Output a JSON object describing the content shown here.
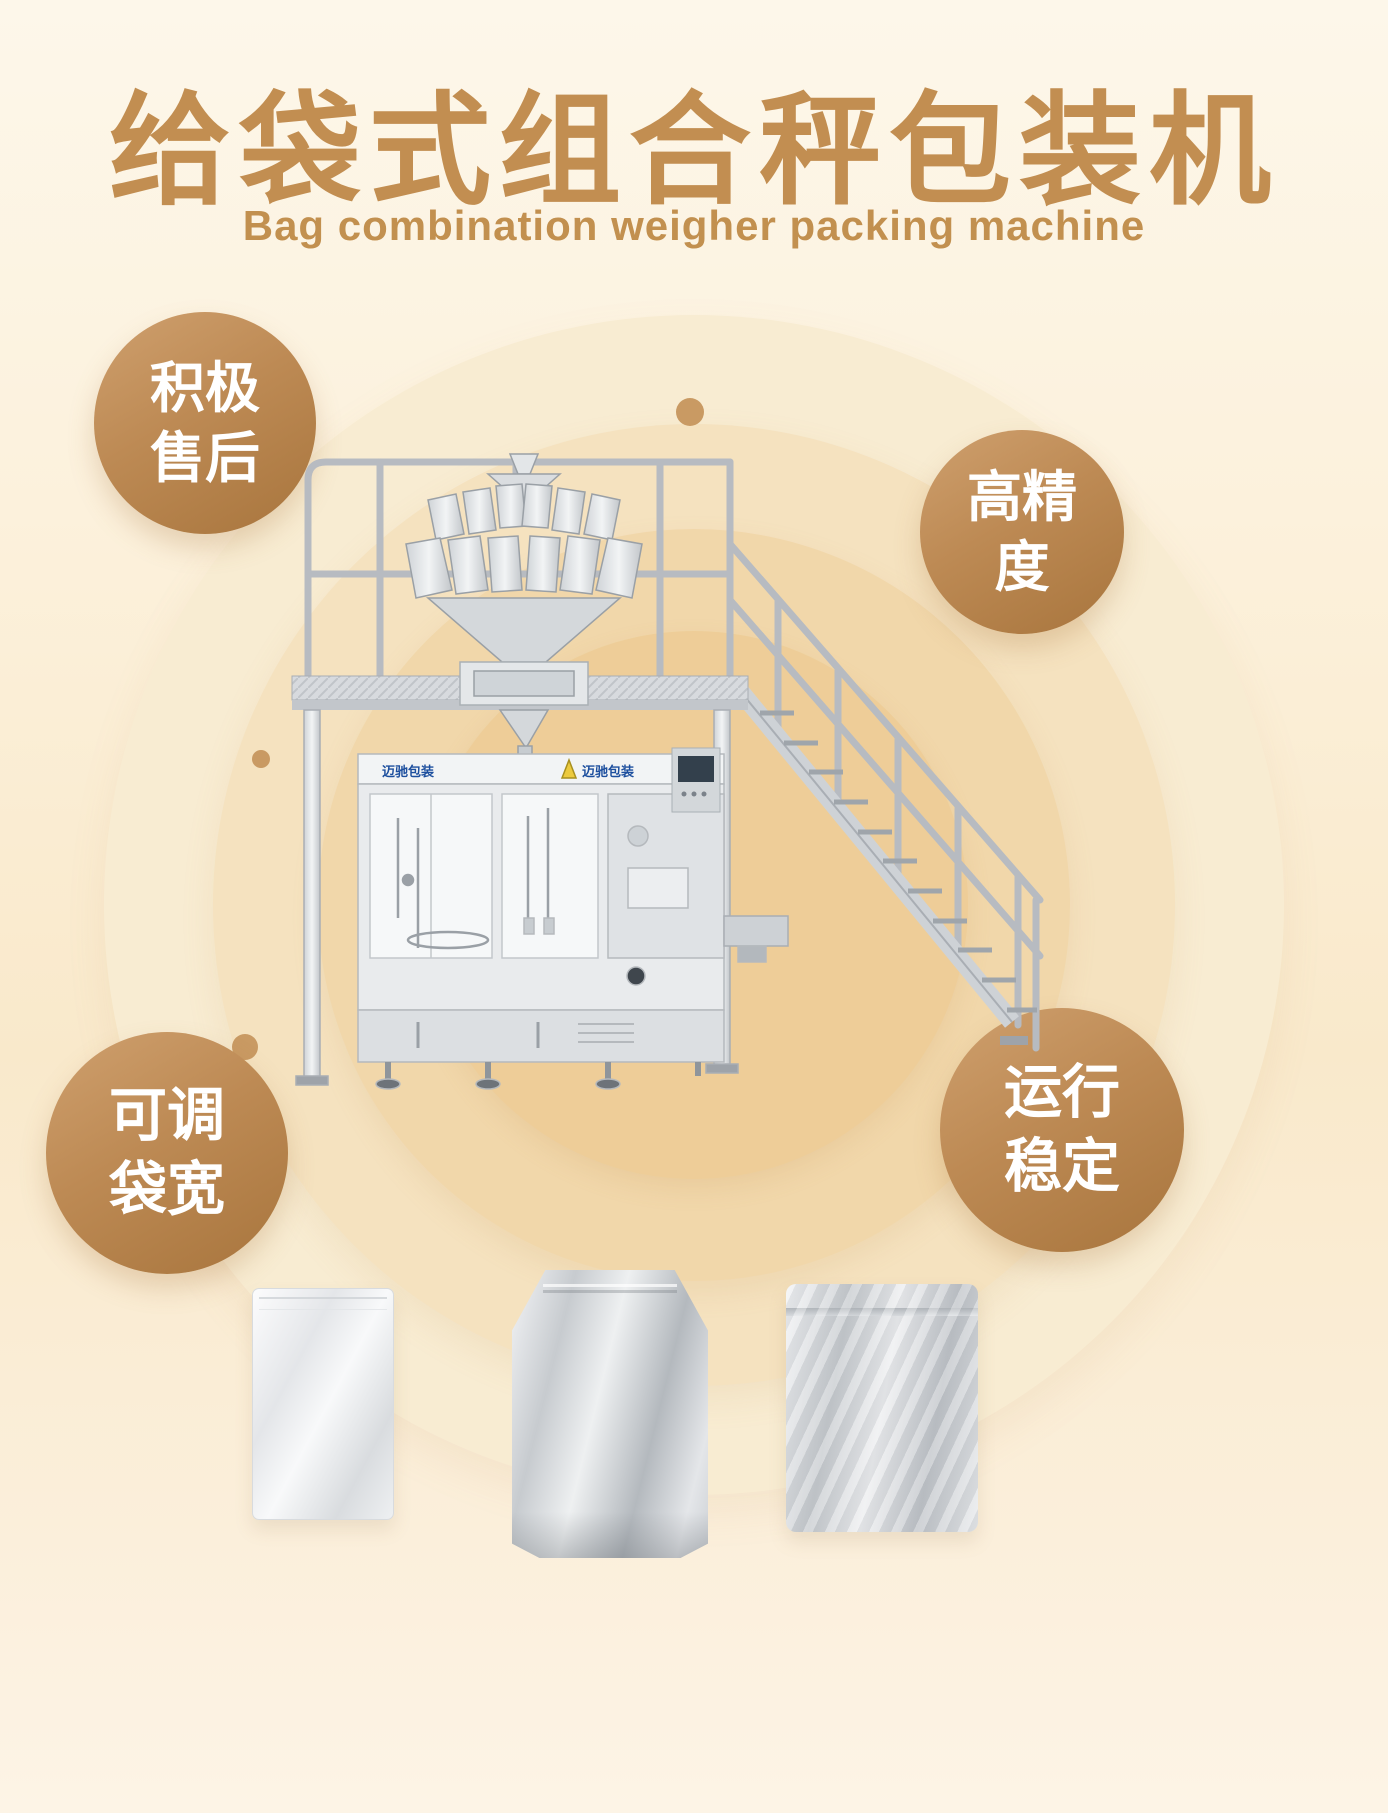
{
  "header": {
    "title": "给袋式组合秤包装机",
    "subtitle": "Bag combination weigher packing machine"
  },
  "badges": {
    "after_sales": {
      "line1": "积极",
      "line2": "售后"
    },
    "precision": {
      "line1": "高精",
      "line2": "度"
    },
    "bag_width": {
      "line1": "可调",
      "line2": "袋宽"
    },
    "stability": {
      "line1": "运行",
      "line2": "稳定"
    }
  },
  "machine": {
    "brand": "迈驰包装"
  },
  "colors": {
    "title_brown": "#c28e51",
    "badge_light": "#cfa06e",
    "badge_dark": "#a8753d",
    "background_cream": "#fcf1dc",
    "ring_inner": "#eecd98",
    "dot_brown": "#c99a63",
    "machine_metal": "#d9dcdf",
    "brand_blue": "#1d4f9e"
  }
}
